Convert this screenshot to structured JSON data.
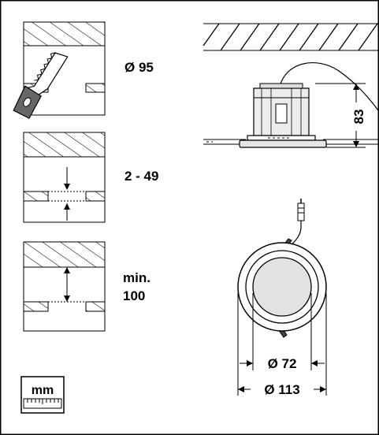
{
  "labels": {
    "cutout_diameter": "Ø 95",
    "ceiling_thickness": "2 - 49",
    "min_depth_line1": "min.",
    "min_depth_line2": "100",
    "height": "83",
    "inner_diameter": "Ø 72",
    "outer_diameter": "Ø 113",
    "unit": "mm"
  },
  "icons": [
    "saw-icon",
    "ruler-icon"
  ]
}
